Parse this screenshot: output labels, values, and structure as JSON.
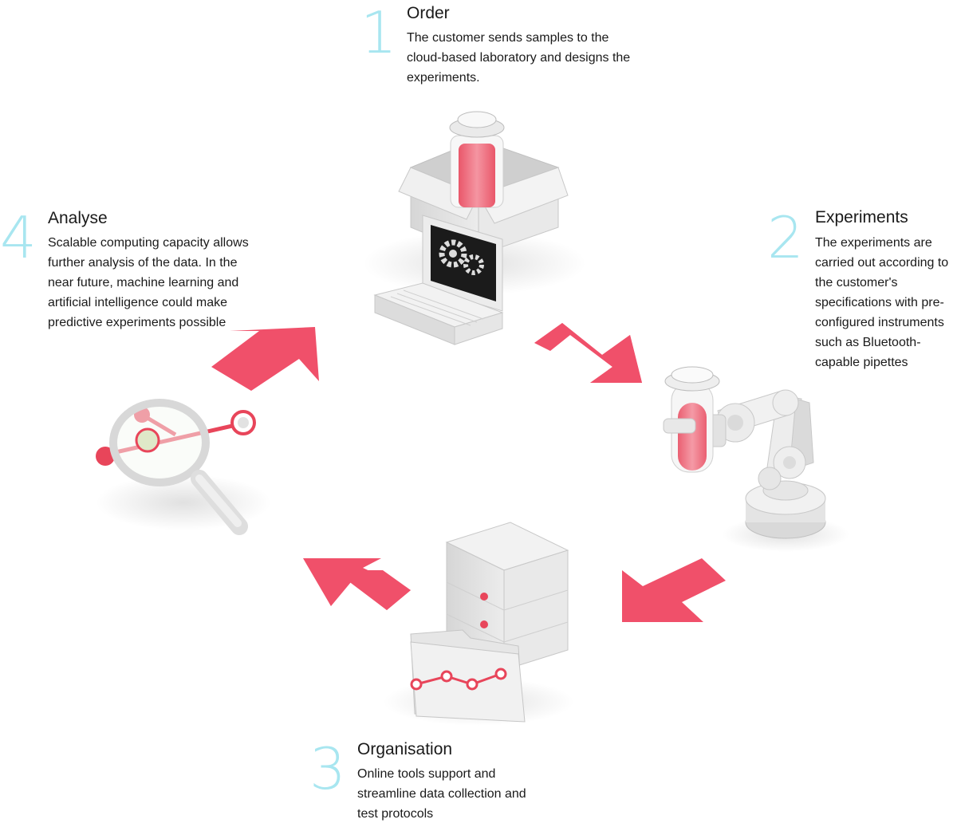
{
  "steps": [
    {
      "number": "1",
      "title": "Order",
      "description": "The customer sends samples to the cloud-based laboratory and designs the experiments."
    },
    {
      "number": "2",
      "title": "Experiments",
      "description": "The experiments are carried out according to the customer's specifications with pre-configured instruments such as Bluetooth-capable pipettes"
    },
    {
      "number": "3",
      "title": "Organisation",
      "description": "Online tools support and streamline data collection and test protocols"
    },
    {
      "number": "4",
      "title": "Analyse",
      "description": "Scalable computing capacity allows further analysis of the data. In the near future, machine learning and artificial intelligence could make predictive experiments possible"
    }
  ],
  "icons": {
    "step1": "box-laptop-gears-icon",
    "step2": "robot-arm-test-tube-icon",
    "step3": "server-folder-chart-icon",
    "step4": "magnifier-network-icon"
  },
  "colors": {
    "number": "#a8e6f0",
    "arrow": "#f0506a",
    "accent_red": "#e8455a",
    "object_grey": "#e4e4e4"
  }
}
